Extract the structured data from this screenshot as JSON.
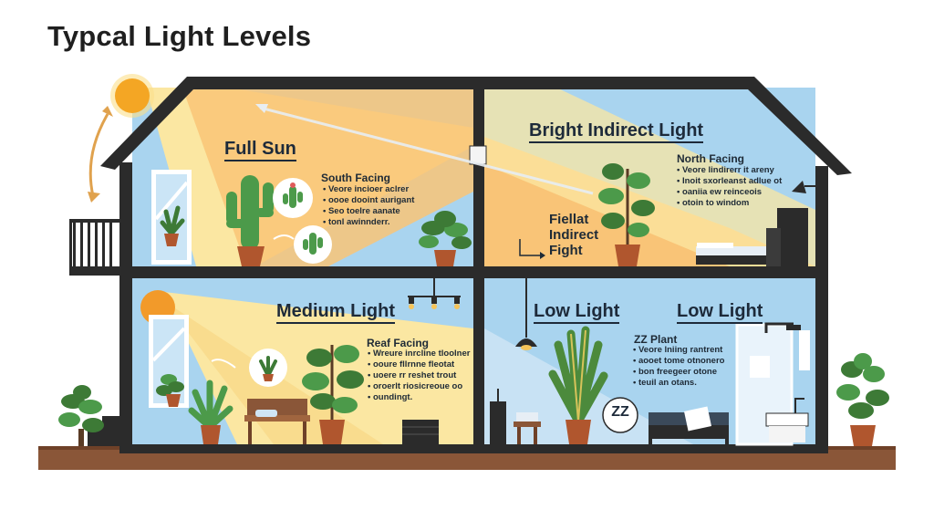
{
  "page_title": "Typcal Light Levels",
  "rooms": {
    "full_sun": {
      "title": "Full Sun",
      "heading": "South Facing",
      "bullets": [
        "Veore incioer aclrer",
        "oooe dooint aurigant",
        "Seo toelre aanate",
        "tonl awinnderr."
      ]
    },
    "bright_indirect": {
      "title": "Bright Indirect Light",
      "heading": "North Facing",
      "bullets": [
        "Veore lindirerr it areny",
        "Inoit sxorleanst adlue ot",
        "oaniia ew reinceois",
        "otoin to windom"
      ],
      "note_lines": [
        "Fiellat",
        "Indirect",
        "Fight"
      ]
    },
    "medium": {
      "title": "Medium Light",
      "heading": "Reaf Facing",
      "bullets": [
        "Wreure inrcline tloolner",
        "ooure fllrnne fleotat",
        "uoere rr reshet trout",
        "oroerlt riosicreoue oo",
        "oundingt."
      ]
    },
    "low_left": {
      "title": "Low Light"
    },
    "low_right": {
      "title": "Low Light",
      "heading": "ZZ Plant",
      "bullets": [
        "Veore lniing rantrent",
        "aooet tome otnonero",
        "bon freegeer otone",
        "teuil an otans."
      ],
      "badge": "ZZ"
    }
  },
  "icons": [
    "sun-icon",
    "arrow-icon",
    "plant-icon",
    "cactus-icon",
    "lamp-icon",
    "bed-icon",
    "bench-icon",
    "window-icon"
  ],
  "colors": {
    "house_outline": "#2b2b2b",
    "sky_blue": "#a9d4ef",
    "sun_yellow": "#f7c65a",
    "beam_light": "#fbe7a2",
    "beam_orange": "#f9c477",
    "ground": "#8a5638",
    "plant_green": "#3d7a36"
  }
}
